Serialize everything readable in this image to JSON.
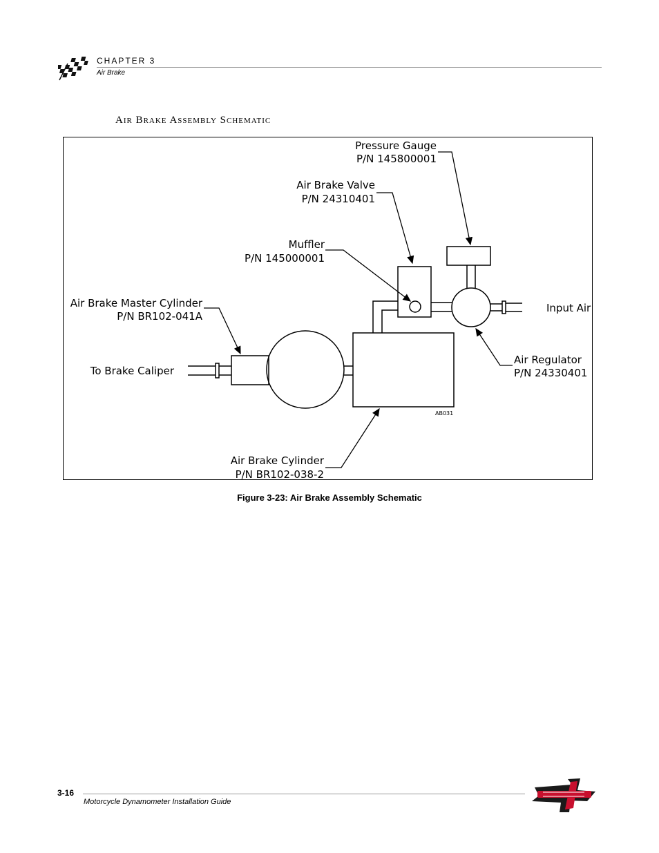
{
  "header": {
    "chapter": "CHAPTER 3",
    "section": "Air Brake"
  },
  "heading": "Air Brake Assembly Schematic",
  "figure": {
    "labels": {
      "pressure_gauge": [
        "Pressure Gauge",
        "P/N 145800001"
      ],
      "air_brake_valve": [
        "Air Brake Valve",
        "P/N 24310401"
      ],
      "muffler": [
        "Muffler",
        "P/N 145000001"
      ],
      "master_cylinder": [
        "Air Brake Master Cylinder",
        "P/N BR102-041A"
      ],
      "to_brake_caliper": "To Brake Caliper",
      "input_air": "Input Air",
      "air_regulator": [
        "Air Regulator",
        "P/N 24330401"
      ],
      "air_brake_cylinder": [
        "Air Brake Cylinder",
        "P/N BR102-038-2"
      ],
      "drawing_id": "AB031"
    },
    "caption": "Figure 3-23: Air Brake Assembly Schematic"
  },
  "footer": {
    "page_number": "3-16",
    "guide_title": "Motorcycle Dynamometer Installation Guide"
  }
}
